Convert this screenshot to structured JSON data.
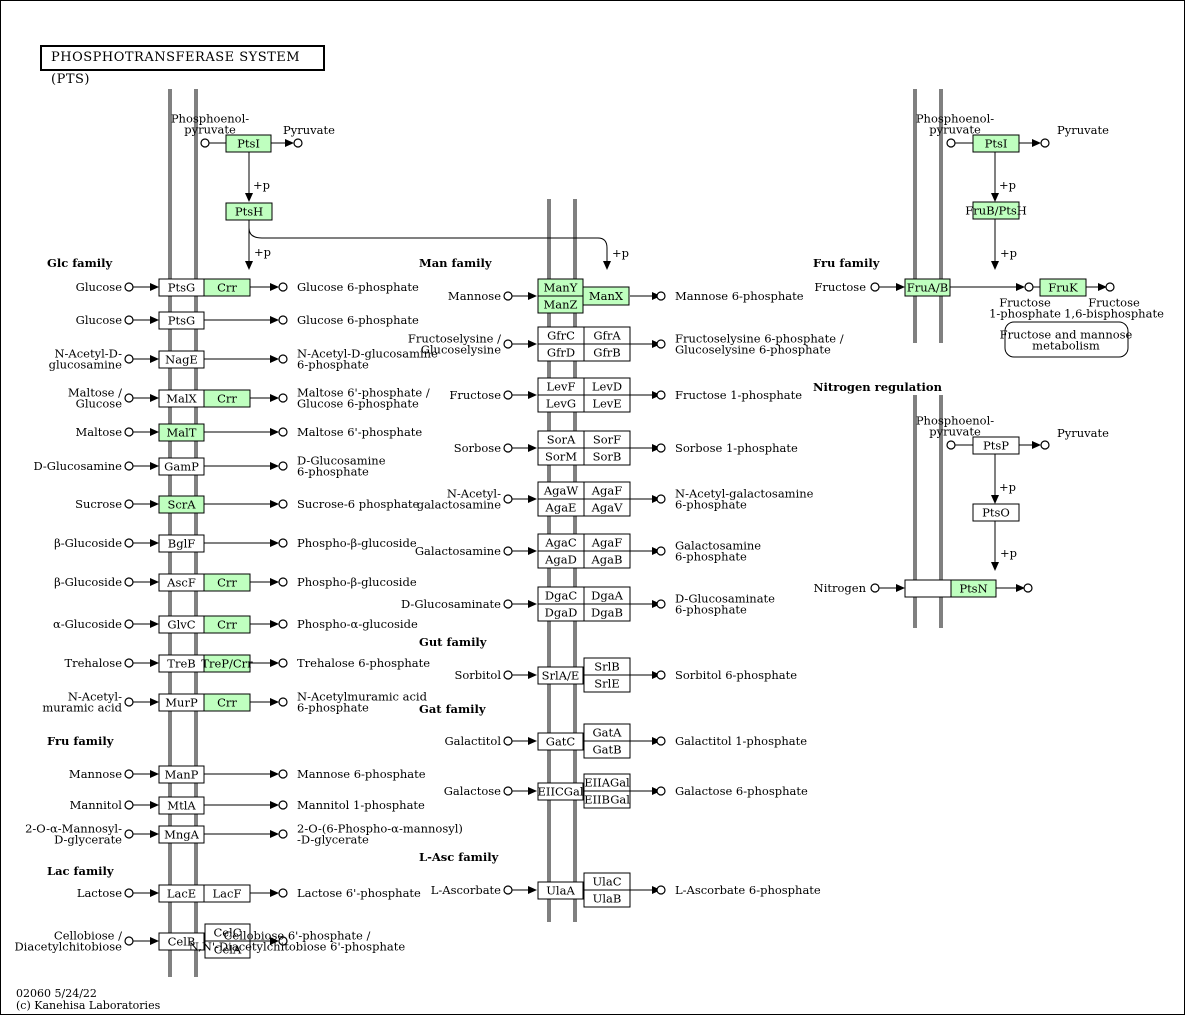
{
  "title": "PHOSPHOTRANSFERASE SYSTEM (PTS)",
  "footer": {
    "line1": "02060 5/24/22",
    "line2": "(c) Kanehisa Laboratories"
  },
  "colors": {
    "highlight": "#bfffbf",
    "membrane": "#808080",
    "line": "#000000"
  },
  "labels": {
    "pep_left": [
      "Phosphoenol-",
      "pyruvate"
    ],
    "pyruvate_left": "Pyruvate",
    "plus_p": "+p",
    "pep_right": [
      "Phosphoenol-",
      "pyruvate"
    ],
    "pyruvate_right": "Pyruvate",
    "pep_nitro": [
      "Phosphoenol-",
      "pyruvate"
    ],
    "pyruvate_nitro": "Pyruvate",
    "fructose_1p": [
      "Fructose",
      "1-phosphate"
    ],
    "fructose_16bp": [
      "Fructose",
      "1,6-bisphosphate"
    ],
    "map_link": [
      "Fructose and mannose",
      "metabolism"
    ],
    "nitrogen": "Nitrogen"
  },
  "sections": {
    "glc": "Glc family",
    "fru_left": "Fru family",
    "lac": "Lac family",
    "man": "Man family",
    "gut": "Gut family",
    "gat": "Gat family",
    "lasc": "L-Asc family",
    "fru_right": "Fru family",
    "nitrogen": "Nitrogen regulation"
  },
  "enzymes": {
    "ptsI": "PtsI",
    "ptsH": "PtsH",
    "ptsI_r": "PtsI",
    "fruB": "FruB/PtsH",
    "fruAB": "FruA/B",
    "fruK": "FruK",
    "ptsP": "PtsP",
    "ptsO": "PtsO",
    "ptsN": "PtsN"
  },
  "left_rows": [
    {
      "substrate": [
        "Glucose"
      ],
      "enzymes": [
        "PtsG",
        "Crr"
      ],
      "hl": [
        false,
        true
      ],
      "product": [
        "Glucose 6-phosphate"
      ]
    },
    {
      "substrate": [
        "Glucose"
      ],
      "enzymes": [
        "PtsG"
      ],
      "hl": [
        false
      ],
      "product": [
        "Glucose 6-phosphate"
      ]
    },
    {
      "substrate": [
        "N-Acetyl-D-",
        "glucosamine"
      ],
      "enzymes": [
        "NagE"
      ],
      "hl": [
        false
      ],
      "product": [
        "N-Acetyl-D-glucosamine",
        "6-phosphate"
      ]
    },
    {
      "substrate": [
        "Maltose /",
        "Glucose"
      ],
      "enzymes": [
        "MalX",
        "Crr"
      ],
      "hl": [
        false,
        true
      ],
      "product": [
        "Maltose 6'-phosphate /",
        "Glucose 6-phosphate"
      ]
    },
    {
      "substrate": [
        "Maltose"
      ],
      "enzymes": [
        "MalT"
      ],
      "hl": [
        true
      ],
      "product": [
        "Maltose 6'-phosphate"
      ]
    },
    {
      "substrate": [
        "D-Glucosamine"
      ],
      "enzymes": [
        "GamP"
      ],
      "hl": [
        false
      ],
      "product": [
        "D-Glucosamine",
        "6-phosphate"
      ]
    },
    {
      "substrate": [
        "Sucrose"
      ],
      "enzymes": [
        "ScrA"
      ],
      "hl": [
        true
      ],
      "product": [
        "Sucrose-6 phosphate"
      ]
    },
    {
      "substrate": [
        "β-Glucoside"
      ],
      "enzymes": [
        "BglF"
      ],
      "hl": [
        false
      ],
      "product": [
        "Phospho-β-glucoside"
      ]
    },
    {
      "substrate": [
        "β-Glucoside"
      ],
      "enzymes": [
        "AscF",
        "Crr"
      ],
      "hl": [
        false,
        true
      ],
      "product": [
        "Phospho-β-glucoside"
      ]
    },
    {
      "substrate": [
        "α-Glucoside"
      ],
      "enzymes": [
        "GlvC",
        "Crr"
      ],
      "hl": [
        false,
        true
      ],
      "product": [
        "Phospho-α-glucoside"
      ]
    },
    {
      "substrate": [
        "Trehalose"
      ],
      "enzymes": [
        "TreB",
        "TreP/Crr"
      ],
      "hl": [
        false,
        true
      ],
      "product": [
        "Trehalose 6-phosphate"
      ]
    },
    {
      "substrate": [
        "N-Acetyl-",
        "muramic acid"
      ],
      "enzymes": [
        "MurP",
        "Crr"
      ],
      "hl": [
        false,
        true
      ],
      "product": [
        "N-Acetylmuramic acid",
        "6-phosphate"
      ]
    },
    {
      "substrate": [
        "Mannose"
      ],
      "enzymes": [
        "ManP"
      ],
      "hl": [
        false
      ],
      "product": [
        "Mannose 6-phosphate"
      ]
    },
    {
      "substrate": [
        "Mannitol"
      ],
      "enzymes": [
        "MtlA"
      ],
      "hl": [
        false
      ],
      "product": [
        "Mannitol 1-phosphate"
      ]
    },
    {
      "substrate": [
        "2-O-α-Mannosyl-",
        "D-glycerate"
      ],
      "enzymes": [
        "MngA"
      ],
      "hl": [
        false
      ],
      "product": [
        "2-O-(6-Phospho-α-mannosyl)",
        "-D-glycerate"
      ]
    },
    {
      "substrate": [
        "Lactose"
      ],
      "enzymes": [
        "LacE",
        "LacF"
      ],
      "hl": [
        false,
        false
      ],
      "product": [
        "Lactose 6'-phosphate"
      ]
    },
    {
      "substrate": [
        "Cellobiose /",
        "Diacetylchitobiose"
      ],
      "enzymes": [
        "CelB",
        "CelC",
        "CelA"
      ],
      "hl": [
        false,
        false,
        false
      ],
      "product": [
        "Cellobiose 6'-phosphate /",
        "N,N'-Diacetylchitobiose 6'-phosphate"
      ]
    }
  ],
  "mid_rows": [
    {
      "substrate": [
        "Mannose"
      ],
      "enzymes": [
        "ManY",
        "ManZ",
        "ManX"
      ],
      "hl": [
        true,
        true,
        true
      ],
      "product": [
        "Mannose 6-phosphate"
      ]
    },
    {
      "substrate": [
        "Fructoselysine /",
        "Glucoselysine"
      ],
      "enzymes": [
        "GfrC",
        "GfrD",
        "GfrA",
        "GfrB"
      ],
      "hl": [
        false,
        false,
        false,
        false
      ],
      "product": [
        "Fructoselysine 6-phosphate /",
        "Glucoselysine 6-phosphate"
      ]
    },
    {
      "substrate": [
        "Fructose"
      ],
      "enzymes": [
        "LevF",
        "LevG",
        "LevD",
        "LevE"
      ],
      "hl": [
        false,
        false,
        false,
        false
      ],
      "product": [
        "Fructose 1-phosphate"
      ]
    },
    {
      "substrate": [
        "Sorbose"
      ],
      "enzymes": [
        "SorA",
        "SorM",
        "SorF",
        "SorB"
      ],
      "hl": [
        false,
        false,
        false,
        false
      ],
      "product": [
        "Sorbose 1-phosphate"
      ]
    },
    {
      "substrate": [
        "N-Acetyl-",
        "galactosamine"
      ],
      "enzymes": [
        "AgaW",
        "AgaE",
        "AgaF",
        "AgaV"
      ],
      "hl": [
        false,
        false,
        false,
        false
      ],
      "product": [
        "N-Acetyl-galactosamine",
        "6-phosphate"
      ]
    },
    {
      "substrate": [
        "Galactosamine"
      ],
      "enzymes": [
        "AgaC",
        "AgaD",
        "AgaF",
        "AgaB"
      ],
      "hl": [
        false,
        false,
        false,
        false
      ],
      "product": [
        "Galactosamine",
        "6-phosphate"
      ]
    },
    {
      "substrate": [
        "D-Glucosaminate"
      ],
      "enzymes": [
        "DgaC",
        "DgaD",
        "DgaA",
        "DgaB"
      ],
      "hl": [
        false,
        false,
        false,
        false
      ],
      "product": [
        "D-Glucosaminate",
        "6-phosphate"
      ]
    },
    {
      "substrate": [
        "Sorbitol"
      ],
      "enzymes": [
        "SrlA/E",
        "SrlB",
        "SrlE"
      ],
      "hl": [
        false,
        false,
        false
      ],
      "product": [
        "Sorbitol 6-phosphate"
      ]
    },
    {
      "substrate": [
        "Galactitol"
      ],
      "enzymes": [
        "GatC",
        "GatA",
        "GatB"
      ],
      "hl": [
        false,
        false,
        false
      ],
      "product": [
        "Galactitol 1-phosphate"
      ]
    },
    {
      "substrate": [
        "Galactose"
      ],
      "enzymes": [
        "EIICGal",
        "EIIAGal",
        "EIIBGal"
      ],
      "hl": [
        false,
        false,
        false
      ],
      "product": [
        "Galactose 6-phosphate"
      ]
    },
    {
      "substrate": [
        "L-Ascorbate"
      ],
      "enzymes": [
        "UlaA",
        "UlaC",
        "UlaB"
      ],
      "hl": [
        false,
        false,
        false
      ],
      "product": [
        "L-Ascorbate 6-phosphate"
      ]
    }
  ],
  "right_rows": [
    {
      "substrate": [
        "Fructose"
      ]
    },
    {
      "substrate": [
        "Nitrogen"
      ]
    }
  ]
}
